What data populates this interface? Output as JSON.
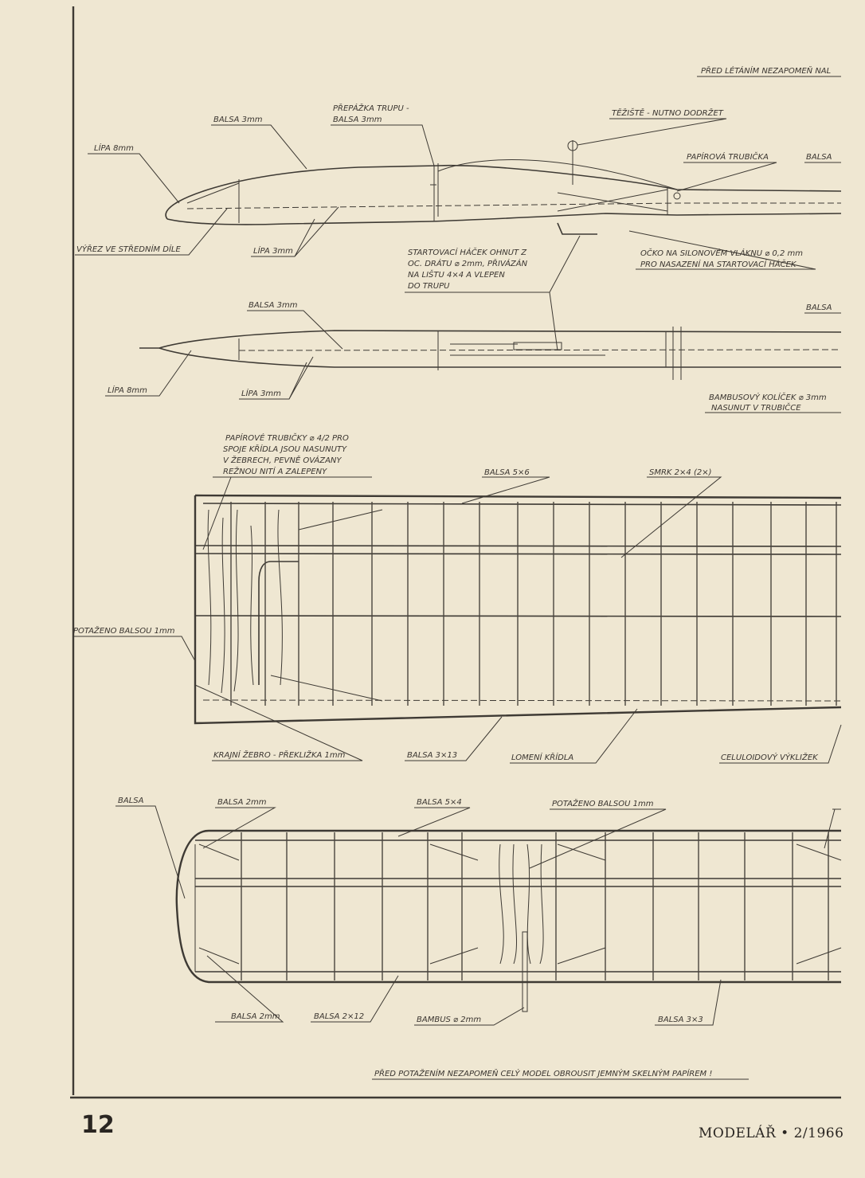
{
  "labels": {
    "top_note": "PŘED LÉTÁNÍM NEZAPOMEŇ NAL",
    "balsa_3mm_a": "BALSA 3mm",
    "prepazka_1": "PŘEPÁŽKA TRUPU -",
    "prepazka_2": "BALSA 3mm",
    "teziste": "TĚŽIŠTĚ - NUTNO DODRŽET",
    "lipa_8mm_a": "LÍPA 8mm",
    "papirova_trubicka": "PAPÍROVÁ TRUBIČKA",
    "balsa_a": "BALSA",
    "vyrez": "VÝŘEZ VE STŘEDNÍM DÍLE",
    "lipa_3mm_a": "LÍPA 3mm",
    "hacek_1": "STARTOVACÍ HÁČEK OHNUT Z",
    "hacek_2": "OC. DRÁTU ⌀ 2mm, PŘIVÁZÁN",
    "hacek_3": "NA LIŠTU 4×4 A VLEPEN",
    "hacek_4": "DO TRUPU",
    "ocko_1": "OČKO NA SILONOVÉM VLÁKNU ⌀ 0,2 mm",
    "ocko_2": "PRO NASAZENÍ NA STARTOVACÍ HÁČEK",
    "balsa_3mm_b": "BALSA 3mm",
    "balsa_b": "BALSA",
    "lipa_8mm_b": "LÍPA 8mm",
    "lipa_3mm_b": "LÍPA 3mm",
    "bambus_1": "BAMBUSOVÝ KOLÍČEK ⌀ 3mm",
    "bambus_2": "NASUNUT V TRUBIČCE",
    "trubicky_1": "PAPÍROVÉ TRUBIČKY ⌀ 4/2 PRO",
    "trubicky_2": "SPOJE KŘÍDLA JSOU NASUNUTY",
    "trubicky_3": "V ŽEBRECH, PEVNĚ OVÁZANY",
    "trubicky_4": "REŽNOU NITÍ A ZALEPENY",
    "balsa_5x6": "BALSA 5×6",
    "smrk": "SMRK 2×4 (2×)",
    "potazeno_1mm_a": "POTAŽENO BALSOU 1mm",
    "krajni_zebro": "KRAJNÍ ŽEBRO - PŘEKLIŽKA 1mm",
    "balsa_3x13": "BALSA 3×13",
    "lomeni": "LOMENÍ KŘÍDLA",
    "celuloid": "CELULOIDOVÝ VÝKLIŽEK",
    "balsa_c": "BALSA",
    "balsa_2mm_a": "BALSA 2mm",
    "balsa_5x4": "BALSA 5×4",
    "potazeno_1mm_b": "POTAŽENO BALSOU 1mm",
    "balsa_2mm_b": "BALSA 2mm",
    "balsa_2x12": "BALSA 2×12",
    "bambus_2mm": "BAMBUS ⌀ 2mm",
    "balsa_3x3": "BALSA 3×3",
    "bottom_note": "PŘED POTAŽENÍM NEZAPOMEŇ CELÝ MODEL OBROUSIT JEMNÝM SKELNÝM PAPÍREM !"
  },
  "footer": {
    "page_number": "12",
    "magazine": "MODELÁŘ • 2/1966"
  }
}
